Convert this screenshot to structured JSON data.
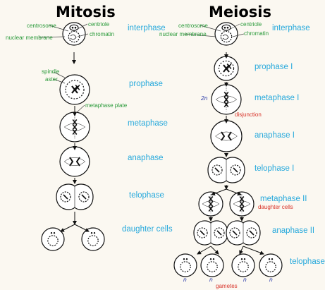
{
  "titles": {
    "mitosis": "Mitosis",
    "meiosis": "Meiosis"
  },
  "mitosis_stages": {
    "interphase": "interphase",
    "prophase": "prophase",
    "metaphase": "metaphase",
    "anaphase": "anaphase",
    "telophase": "telophase",
    "daughter_cells": "daughter cells"
  },
  "meiosis_stages": {
    "interphase": "interphase",
    "prophase_1": "prophase I",
    "metaphase_1": "metaphase I",
    "anaphase_1": "anaphase I",
    "telophase_1": "telophase I",
    "metaphase_2": "metaphase II",
    "anaphase_2": "anaphase II",
    "telophase": "telophase"
  },
  "mitosis_labels": {
    "centrosome": "centrosome",
    "centriole": "centriole",
    "nuclear_membrane": "nuclear membrane",
    "chromatin": "chromatin",
    "spindle": "spindle",
    "aster": "aster",
    "metaphase_plate": "metaphase plate"
  },
  "meiosis_labels": {
    "centrosome": "centrosome",
    "centriole": "centriole",
    "nuclear_membrane": "nuclear membrane",
    "chromatin": "chromatin"
  },
  "annotations": {
    "ploidy_2n": "2n",
    "disjunction": "disjunction",
    "daughter_cells": "daughter cells",
    "gametes": "gametes",
    "ploidy_n": [
      "n",
      "n",
      "n",
      "n"
    ]
  },
  "colors": {
    "stage_label": "#27a9dc",
    "structure_label": "#2a9a3a",
    "event_label": "#d8342a",
    "ploidy_label": "#2a3aa8"
  }
}
